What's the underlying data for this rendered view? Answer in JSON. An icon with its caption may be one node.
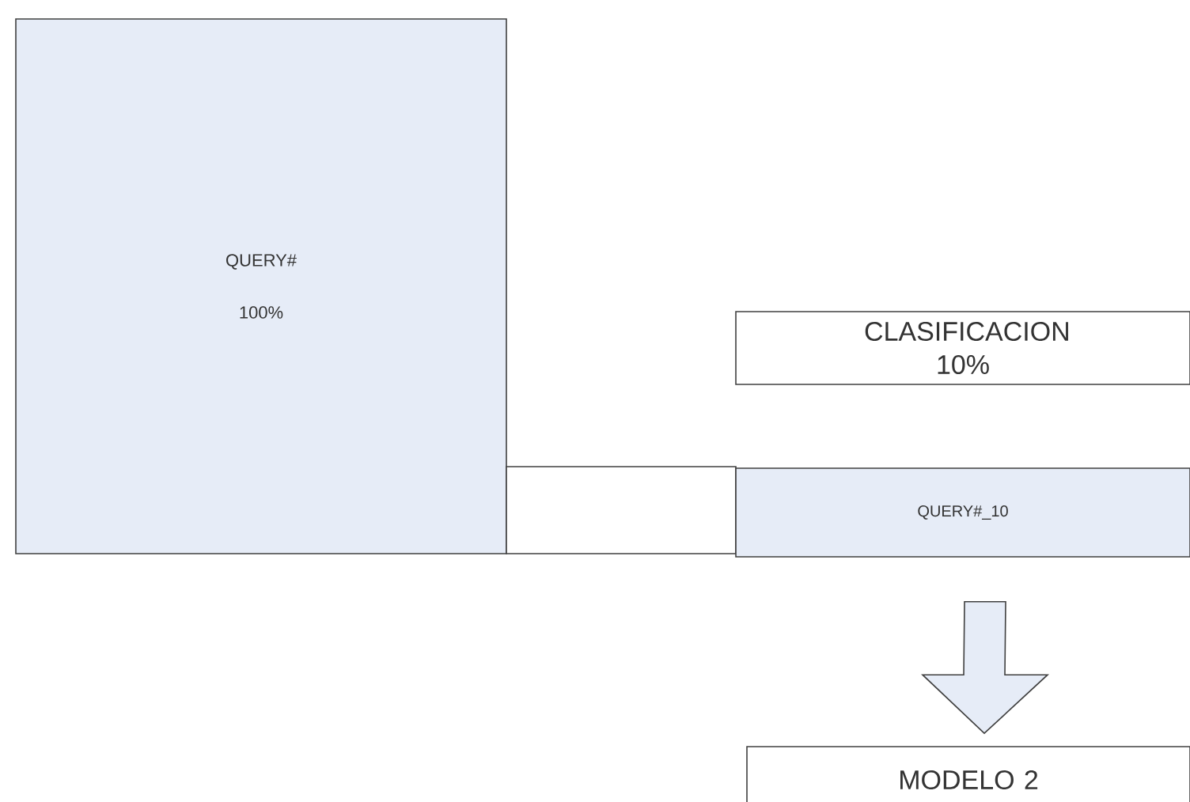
{
  "diagram": {
    "nodes": [
      {
        "text": [
          "QUERY#",
          "100%"
        ]
      },
      {
        "text": [
          "CLASIFICACION 10%"
        ]
      },
      {
        "text": [],
        "shape": "box"
      },
      {
        "text": [
          "QUERY#_10"
        ]
      },
      {
        "text": [
          "MODELO 2"
        ]
      }
    ],
    "edges": [
      {
        "from": 3,
        "to": 4,
        "arrow": "to"
      }
    ]
  }
}
